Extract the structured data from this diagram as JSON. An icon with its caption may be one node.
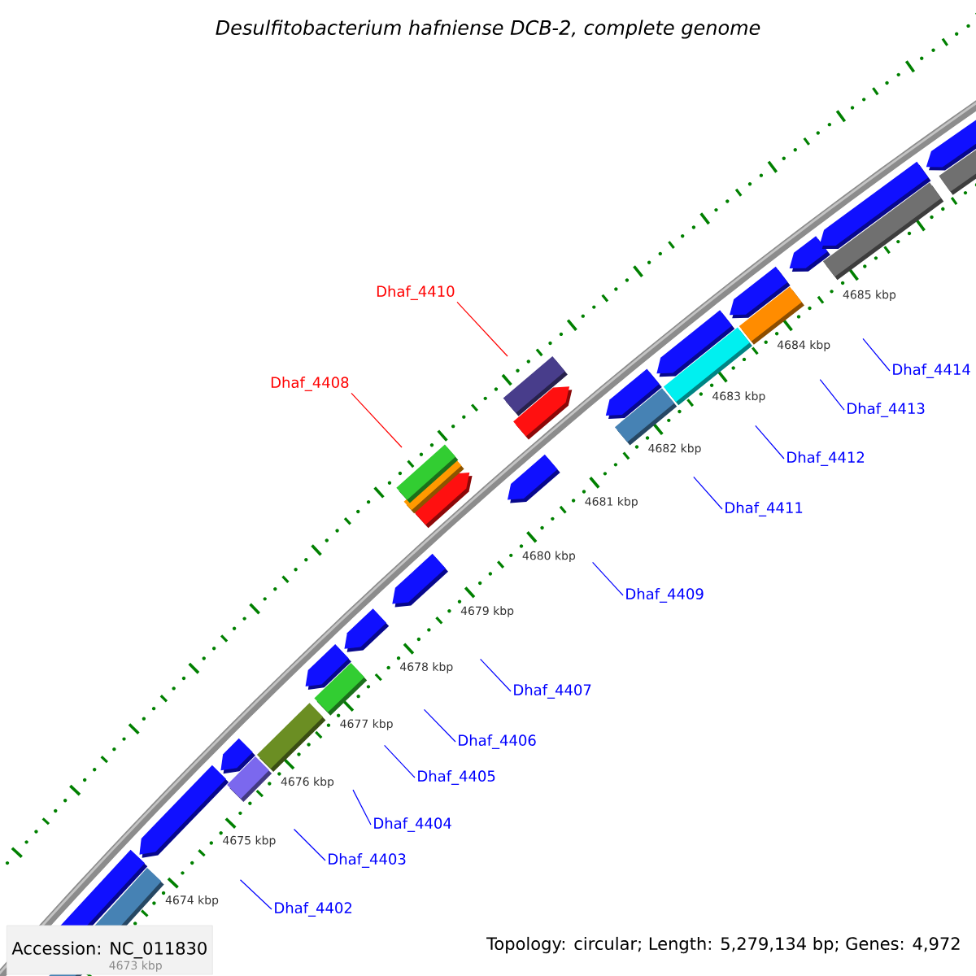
{
  "diagram": {
    "title": "Desulfitobacterium hafniense DCB-2, complete genome",
    "nodes": [
      {
        "text": [
          "Dhaf_4410"
        ]
      },
      {
        "text": [
          "Dhaf_4408"
        ]
      },
      {
        "text": [
          "Dhaf_4414"
        ]
      },
      {
        "text": [
          "Dhaf_4413"
        ]
      },
      {
        "text": [
          "Dhaf_4412"
        ]
      },
      {
        "text": [
          "Dhaf_4411"
        ]
      },
      {
        "text": [
          "Dhaf_4409"
        ]
      },
      {
        "text": [
          "Dhaf_4407"
        ]
      },
      {
        "text": [
          "Dhaf_4406"
        ]
      },
      {
        "text": [
          "Dhaf_4405"
        ]
      },
      {
        "text": [
          "Dhaf_4404"
        ]
      },
      {
        "text": [
          "Dhaf_4403"
        ]
      },
      {
        "text": [
          "Dhaf_4402"
        ]
      }
    ],
    "edges": [
      {
        "from": 0,
        "to": null,
        "arrow": "none",
        "color": "#ff0000"
      },
      {
        "from": 1,
        "to": null,
        "arrow": "none",
        "color": "#ff0000"
      },
      {
        "from": 2,
        "to": null,
        "arrow": "none"
      },
      {
        "from": 3,
        "to": null,
        "arrow": "none"
      },
      {
        "from": 4,
        "to": null,
        "arrow": "none"
      },
      {
        "from": 5,
        "to": null,
        "arrow": "none"
      },
      {
        "from": 6,
        "to": null,
        "arrow": "none"
      },
      {
        "from": 7,
        "to": null,
        "arrow": "none"
      },
      {
        "from": 8,
        "to": null,
        "arrow": "none"
      },
      {
        "from": 9,
        "to": null,
        "arrow": "none"
      },
      {
        "from": 10,
        "to": null,
        "arrow": "none"
      },
      {
        "from": 11,
        "to": null,
        "arrow": "none"
      },
      {
        "from": 12,
        "to": null,
        "arrow": "none"
      }
    ],
    "labels": [
      "4685 kbp",
      "4684 kbp",
      "4683 kbp",
      "4682 kbp",
      "4681 kbp",
      "4680 kbp",
      "4679 kbp",
      "4678 kbp",
      "4677 kbp",
      "4676 kbp",
      "4675 kbp",
      "4674 kbp",
      "4673 kbp",
      "Accession: NC_011830",
      "Topology: circular; Length: 5,279,134 bp; Genes: 4,972"
    ]
  }
}
